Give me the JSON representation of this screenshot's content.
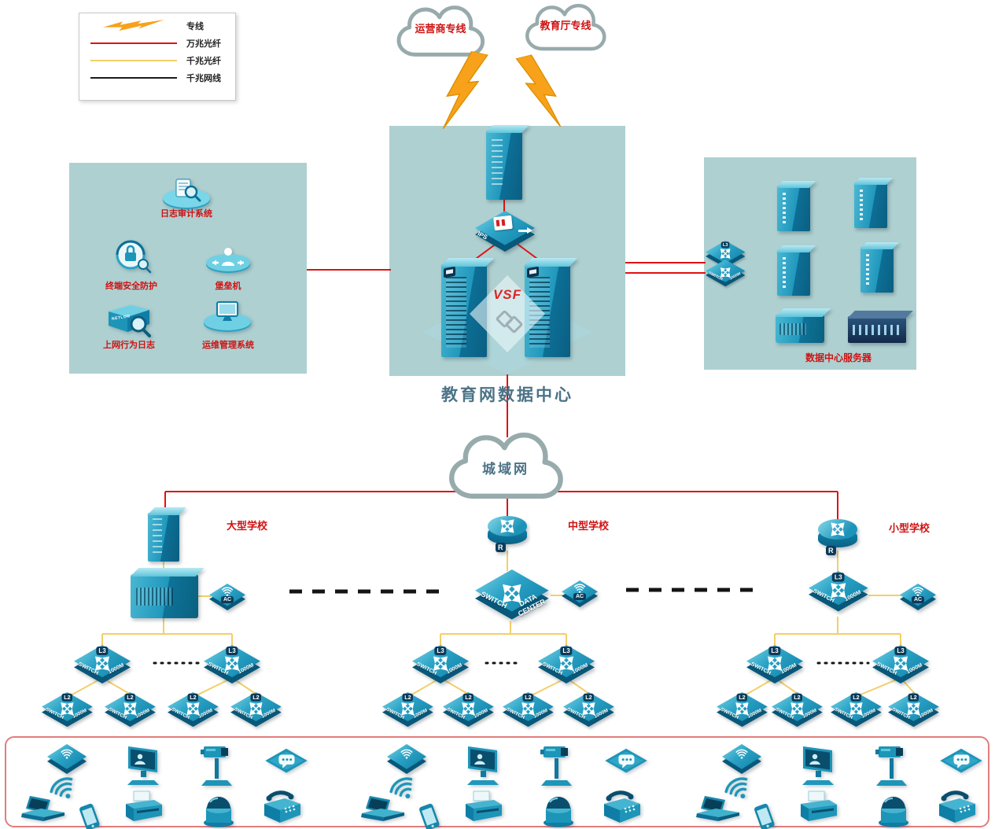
{
  "legend": {
    "items": [
      {
        "label": "专线",
        "type": "lightning",
        "color": "#f7a21a"
      },
      {
        "label": "万兆光纤",
        "type": "line",
        "color": "#e01212"
      },
      {
        "label": "千兆光纤",
        "type": "line",
        "color": "#f2cf6a"
      },
      {
        "label": "千兆网线",
        "type": "line",
        "color": "#1a1a1a"
      }
    ]
  },
  "clouds": {
    "carrier": "运营商专线",
    "education": "教育厅专线",
    "man": "城域网"
  },
  "datacenter": {
    "title": "教育网数据中心",
    "ips_label": "IPS",
    "vsf_label": "VSF",
    "switch_label": "SWITCH"
  },
  "security_zone": {
    "items": [
      {
        "label": "日志审计系统"
      },
      {
        "label": "终端安全防护"
      },
      {
        "label": "堡垒机"
      },
      {
        "label": "上网行为日志"
      },
      {
        "label": "运维管理系统"
      }
    ],
    "netlog_text": "NETLOG"
  },
  "server_zone": {
    "title": "数据中心服务器"
  },
  "schools": [
    {
      "name": "大型学校"
    },
    {
      "name": "中型学校"
    },
    {
      "name": "小型学校"
    }
  ],
  "labels": {
    "switch": "SWITCH",
    "m1000": "1000M",
    "l3": "L3",
    "l2": "L2",
    "ac": "AC",
    "router_badge": "R",
    "data_center": "DATA CENTER"
  },
  "colors": {
    "zone_fill": "#aed0d1",
    "device_teal": "#1d95b8",
    "line_10g": "#e01212",
    "line_1g_fiber": "#f2cf6a",
    "line_1g_copper": "#1a1a1a",
    "lightning": "#f7a21a",
    "label_red": "#cf1212"
  }
}
